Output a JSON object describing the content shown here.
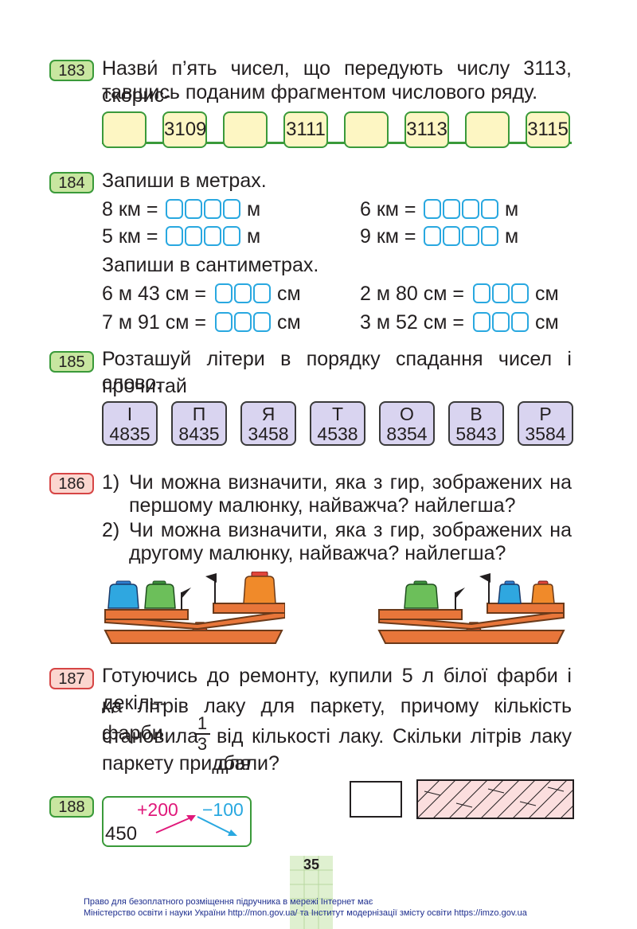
{
  "t183": {
    "num": "183",
    "line1": "Назви́ п’ять чисел, що передують числу 3113, скорис-",
    "line2": "тавшись поданим фрагментом числового ряду.",
    "boxes": [
      "",
      "3109",
      "",
      "3111",
      "",
      "3113",
      "",
      "3115"
    ]
  },
  "t184": {
    "num": "184",
    "title_m": "Запиши в метрах.",
    "rows_m": [
      {
        "left": "8 км =",
        "left_unit": "м",
        "right": "6 км =",
        "right_unit": "м"
      },
      {
        "left": "5 км =",
        "left_unit": "м",
        "right": "9 км =",
        "right_unit": "м"
      }
    ],
    "title_cm": "Запиши в сантиметрах.",
    "rows_cm": [
      {
        "left": "6 м 43 см =",
        "left_unit": "см",
        "right": "2 м 80 см =",
        "right_unit": "см"
      },
      {
        "left": "7 м 91 см =",
        "left_unit": "см",
        "right": "3 м 52 см =",
        "right_unit": "см"
      }
    ]
  },
  "t185": {
    "num": "185",
    "line1": "Розташуй літери в порядку спадання чисел і прочитай",
    "line2": "слово.",
    "cards": [
      {
        "letter": "І",
        "number": "4835"
      },
      {
        "letter": "П",
        "number": "8435"
      },
      {
        "letter": "Я",
        "number": "3458"
      },
      {
        "letter": "Т",
        "number": "4538"
      },
      {
        "letter": "О",
        "number": "8354"
      },
      {
        "letter": "В",
        "number": "5843"
      },
      {
        "letter": "Р",
        "number": "3584"
      }
    ]
  },
  "t186": {
    "num": "186",
    "q1_marker": "1)",
    "q1_line1": "Чи можна визначити, яка з гир, зображених на",
    "q1_line2": "першому малюнку, найважча? найлегша?",
    "q2_marker": "2)",
    "q2_line1": "Чи можна визначити, яка з гир, зображених на",
    "q2_line2": "другому малюнку, найважча? найлегша?"
  },
  "t187": {
    "num": "187",
    "line1": "Готуючись до ремонту, купили 5 л білої фарби і декіль-",
    "line2": "ка літрів лаку для паркету, причому кількість фарби",
    "line3_a": "становила",
    "frac_num": "1",
    "frac_den": "3",
    "line3_b": "від кількості лаку. Скільки літрів лаку для",
    "line4": "паркету придбали?"
  },
  "t188": {
    "num": "188",
    "start": "450",
    "op1": "+200",
    "op2": "−100"
  },
  "page": {
    "number": "35",
    "footer1": "Право для безоплатного розміщення підручника в мережі Інтернет має",
    "footer2": "Міністерство освіти і науки України http://mon.gov.ua/ та Інститут модернізації змісту освіти https://imzo.gov.ua"
  },
  "colors": {
    "green_border": "#3a9a3a",
    "green_fill": "#c8e6a0",
    "red_border": "#d64545",
    "cell_blue": "#29a8e0",
    "card_fill": "#d9d4f0",
    "box_fill": "#fdf6c3",
    "arrow_magenta": "#e0187a",
    "arrow_blue": "#29a8e0"
  }
}
